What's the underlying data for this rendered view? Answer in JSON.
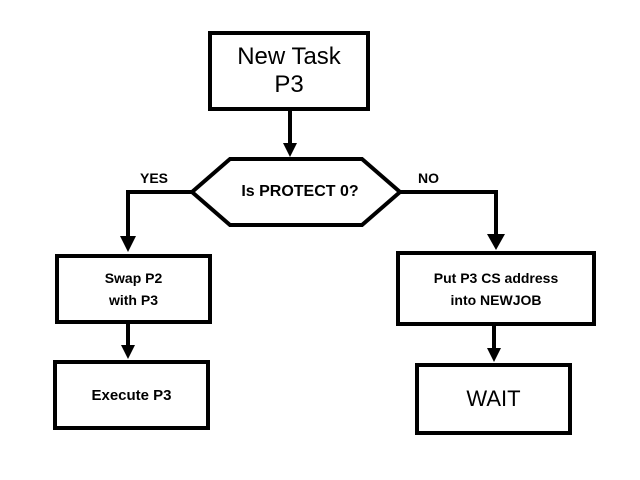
{
  "diagram": {
    "start": {
      "line1": "New Task",
      "line2": "P3"
    },
    "decision": {
      "question": "Is PROTECT 0?",
      "yes_label": "YES",
      "no_label": "NO"
    },
    "yes_branch": {
      "swap_line1": "Swap P2",
      "swap_line2": "with P3",
      "execute": "Execute P3"
    },
    "no_branch": {
      "put_line1": "Put P3 CS address",
      "put_line2": "into NEWJOB",
      "wait": "WAIT"
    },
    "colors": {
      "stroke": "#000000",
      "background": "#ffffff"
    }
  }
}
